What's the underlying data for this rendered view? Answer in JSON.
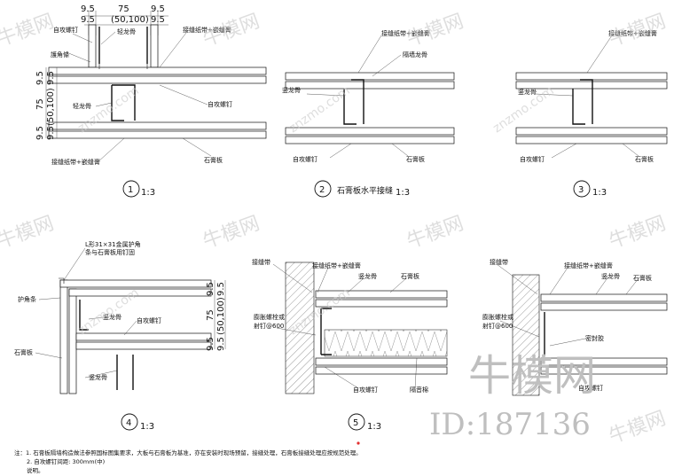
{
  "labels": {
    "d1_self_tap_top": "自攻螺钉",
    "d1_edge_bead": "護角條",
    "d1_light_stud_top": "轻龙骨",
    "d1_joint_tape_top": "接缝纸带+嵌缝膏",
    "d1_light_stud_mid": "轻龙骨",
    "d1_self_tap_mid": "自攻螺钉",
    "d1_joint_tape_bottom": "接缝纸带+嵌缝膏",
    "d1_gypsum": "石膏板",
    "d2_joint_tape": "接缝纸带+嵌缝膏",
    "d2_hidden_stud": "隔墙龙骨",
    "d2_stud": "竖龙骨",
    "d2_self_tap": "自攻螺钉",
    "d2_gypsum": "石膏板",
    "d3_joint_tape": "接缝纸带+嵌缝膏",
    "d3_stud": "竖龙骨",
    "d3_self_tap": "自攻螺钉",
    "d3_gypsum": "石膏板",
    "d4_note_line1": "L形31×31金属护角",
    "d4_note_line2": "条与石膏板用钉固",
    "d4_edge_bead": "护角条",
    "d4_gypsum": "石膏板",
    "d4_stud_a": "竖龙骨",
    "d4_self_tap": "自攻螺钉",
    "d4_stud_b": "竖龙骨",
    "d5_joint_strip": "接缝带",
    "d5_joint_tape": "接缝纸带+嵌缝膏",
    "d5_stud": "竖龙骨",
    "d5_gypsum": "石膏板",
    "d5_expansion": "膨胀螺栓或",
    "d5_nail": "射钉@600",
    "d5_self_tap": "自攻螺钉",
    "d5_insulation": "隔音棉",
    "d6_joint_strip": "接缝带",
    "d6_joint_tape": "接缝纸带+嵌缝膏",
    "d6_stud": "竖龙骨",
    "d6_gypsum": "石膏板",
    "d6_expansion": "膨胀螺栓或",
    "d6_nail": "射钉@600",
    "d6_sealant": "密封胶",
    "d6_self_tap": "自攻螺钉"
  },
  "dims": {
    "d1_top_a": "9.5",
    "d1_top_b": "75",
    "d1_top_c": "9.5",
    "d1_top_d": "9.5",
    "d1_top_e": "(50,100)",
    "d1_top_f": "9.5",
    "d1_side_a": "9.5",
    "d1_side_b": "9.5",
    "d1_side_c": "75",
    "d1_side_d": "(50,100)",
    "d1_side_e": "9.5",
    "d1_side_f": "9.5",
    "d4_side_a": "9.5",
    "d4_side_b": "9.5",
    "d4_side_c": "75",
    "d4_side_d": "(50,100)",
    "d4_side_e": "9.5",
    "d4_side_f": "9.5"
  },
  "details": [
    {
      "number": "1",
      "scale": "1:3",
      "title": ""
    },
    {
      "number": "2",
      "scale": "1:3",
      "title": "石膏板水平接缝"
    },
    {
      "number": "3",
      "scale": "1:3",
      "title": ""
    },
    {
      "number": "4",
      "scale": "1:3",
      "title": ""
    },
    {
      "number": "5",
      "scale": "1:3",
      "title": ""
    }
  ],
  "notes": {
    "line1": "注：1. 石膏板隔墙构造做法参照国标图集要求，大板与石膏板为基准，亦在安装时现场预留，接缝处理，石膏板接缝处理应按规范处理。",
    "line2": "2. 自攻螺钉间距: 300mm(中)",
    "line3": "说明。"
  },
  "watermark": {
    "brand": "牛模网",
    "site": "znzmo.com",
    "id": "ID:187136"
  },
  "colors": {
    "line": "#111111",
    "watermark": "#c9c9c9",
    "hatch": "#555555",
    "accent_dot": "#e23030"
  }
}
